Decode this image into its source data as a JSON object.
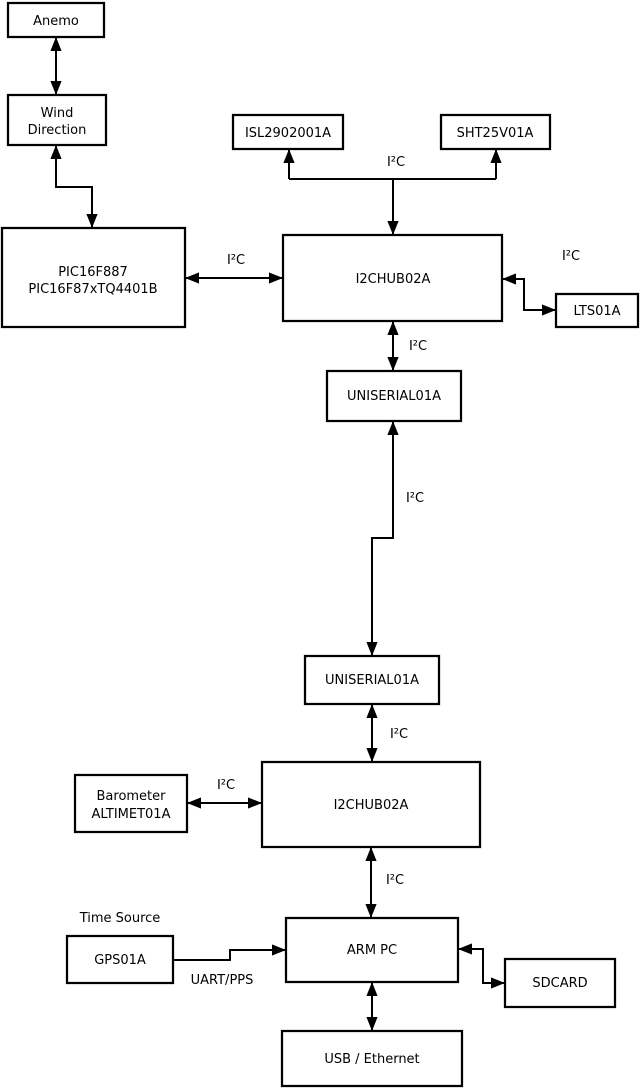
{
  "diagram": {
    "nodes": {
      "anemo": {
        "label": "Anemo"
      },
      "wind_direction": {
        "line1": "Wind",
        "line2": "Direction"
      },
      "pic": {
        "line1": "PIC16F887",
        "line2": "PIC16F87xTQ4401B"
      },
      "isl": {
        "label": "ISL2902001A"
      },
      "sht": {
        "label": "SHT25V01A"
      },
      "i2chub_top": {
        "label": "I2CHUB02A"
      },
      "lts": {
        "label": "LTS01A"
      },
      "uniserial_top": {
        "label": "UNISERIAL01A"
      },
      "uniserial_bottom": {
        "label": "UNISERIAL01A"
      },
      "barometer": {
        "line1": "Barometer",
        "line2": "ALTIMET01A"
      },
      "i2chub_bottom": {
        "label": "I2CHUB02A"
      },
      "gps": {
        "label": "GPS01A"
      },
      "arm_pc": {
        "label": "ARM PC"
      },
      "sdcard": {
        "label": "SDCARD"
      },
      "usb_ethernet": {
        "label": "USB / Ethernet"
      }
    },
    "edge_labels": {
      "i2c": "I²C",
      "time_source": "Time Source",
      "uart_pps": "UART/PPS"
    },
    "colors": {
      "line": "#000000",
      "box_fill": "#ffffff",
      "background": "#ffffff"
    }
  }
}
